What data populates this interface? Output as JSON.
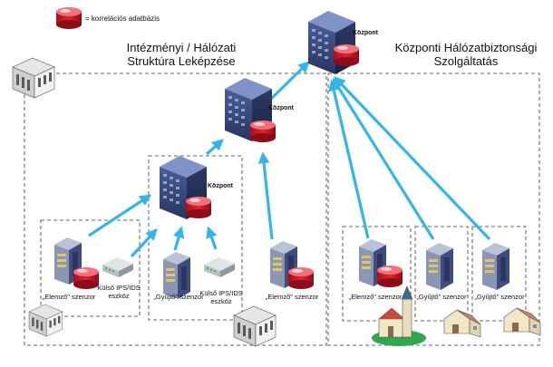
{
  "legend": {
    "text": "= korrelációs adatbázis",
    "icon": "database-icon",
    "db_color": "#d9192b"
  },
  "left_region": {
    "title_line1": "Intézményi / Hálózati",
    "title_line2": "Struktúra Leképzése"
  },
  "right_region": {
    "title_line1": "Központi Hálózatbiztonsági",
    "title_line2": "Szolgáltatás"
  },
  "hubs": {
    "top": "Központ",
    "middle": "Központ",
    "lower": "Központ"
  },
  "left_nodes": {
    "analyzer_1": "„Elemző\" szenzor",
    "ips_1_line1": "Külső IPS/IDS",
    "ips_1_line2": "eszköz",
    "collector_1": "„Gyűjtő\" szenzor",
    "ips_2_line1": "Külső IPS/IDS",
    "ips_2_line2": "eszköz",
    "analyzer_2": "„Elemző\" szenzor"
  },
  "right_nodes": {
    "analyzer_3": "„Elemző\" szenzor",
    "collector_2": "„Gyűjtő\" szenzor",
    "collector_3": "„Gyűjtő\" szenzor"
  },
  "colors": {
    "arrow": "#33b5e5",
    "server": "#3b4f86",
    "box_border": "#333333"
  },
  "icons": [
    "server-icon",
    "database-icon",
    "ips-device-icon",
    "building-icon",
    "house-icon",
    "church-icon"
  ]
}
